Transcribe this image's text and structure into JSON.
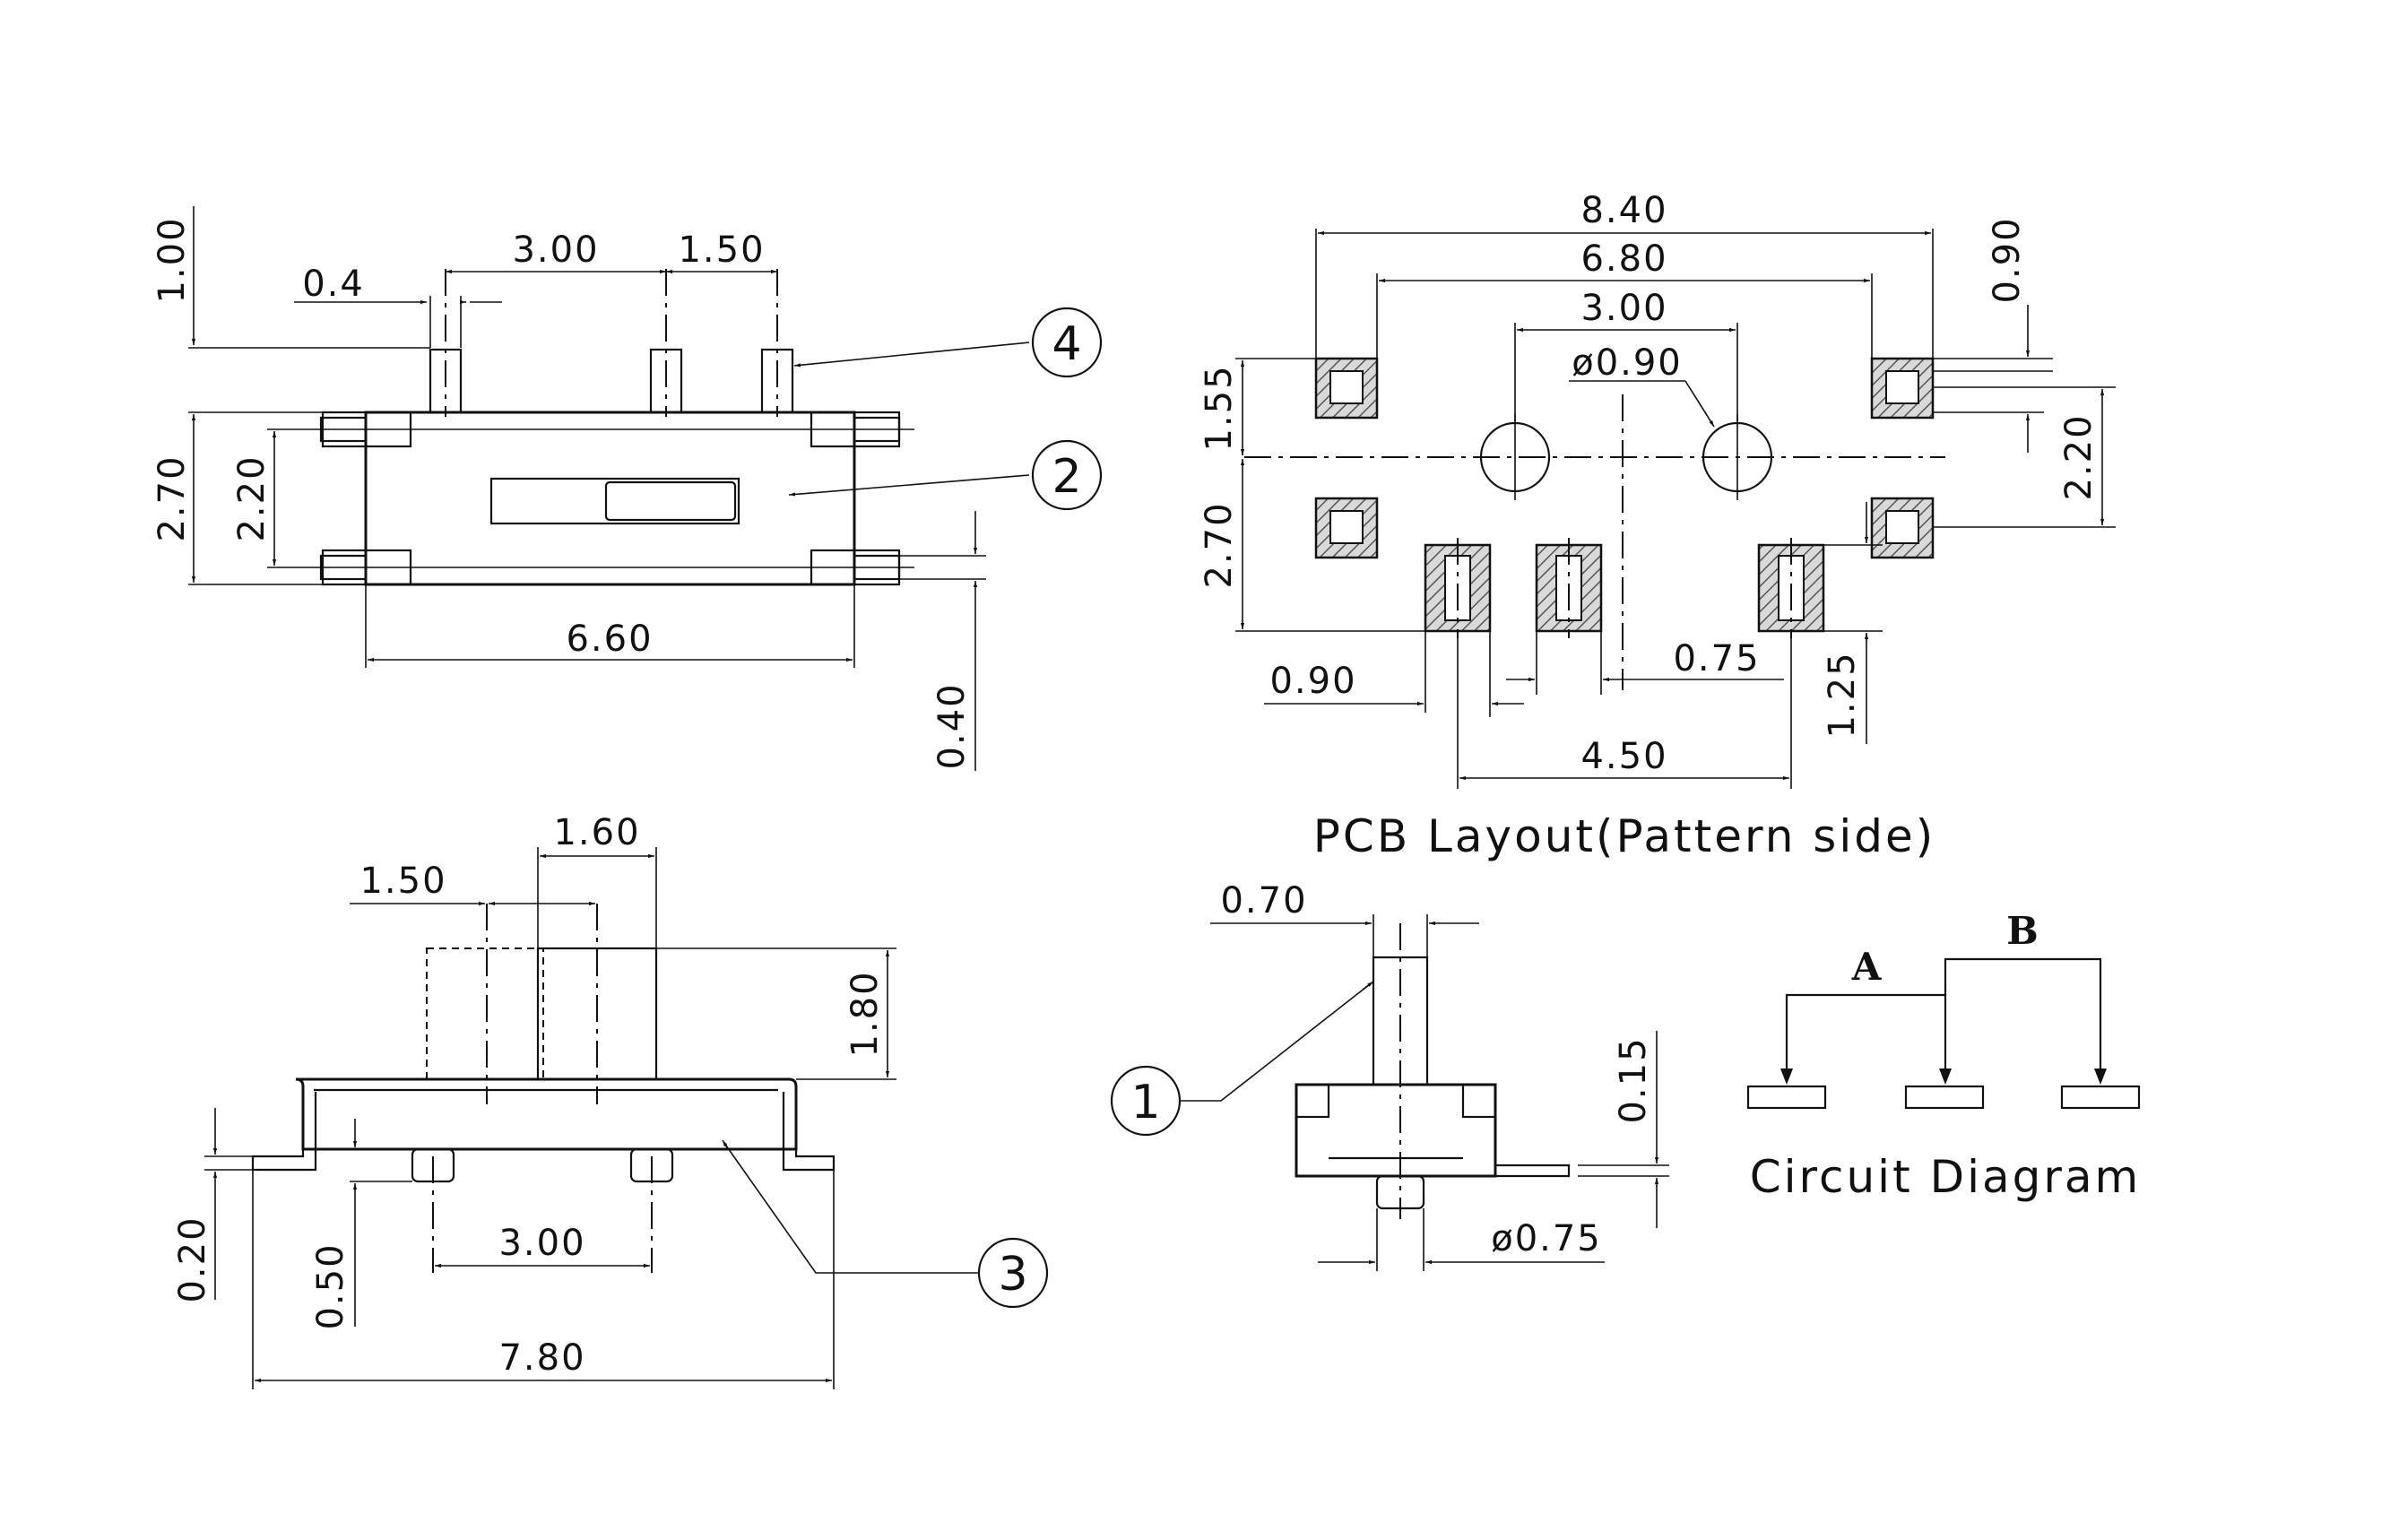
{
  "top_view": {
    "dims": {
      "d_1_00": "1.00",
      "d_0_4": "0.4",
      "d_3_00": "3.00",
      "d_1_50": "1.50",
      "d_2_70": "2.70",
      "d_2_20": "2.20",
      "d_6_60": "6.60",
      "d_0_40": "0.40"
    },
    "callout_4": "4",
    "callout_2": "2"
  },
  "pcb_layout": {
    "dims": {
      "d_8_40": "8.40",
      "d_6_80": "6.80",
      "d_3_00": "3.00",
      "d_phi_0_90": "ø0.90",
      "d_0_90_top": "0.90",
      "d_1_55": "1.55",
      "d_2_70": "2.70",
      "d_2_20": "2.20",
      "d_0_90": "0.90",
      "d_0_75": "0.75",
      "d_1_25": "1.25",
      "d_4_50": "4.50"
    },
    "caption": "PCB Layout(Pattern side)"
  },
  "front_view": {
    "dims": {
      "d_1_60": "1.60",
      "d_1_50": "1.50",
      "d_1_80": "1.80",
      "d_3_00": "3.00",
      "d_0_20": "0.20",
      "d_0_50": "0.50",
      "d_7_80": "7.80"
    },
    "callout_3": "3"
  },
  "side_view": {
    "dims": {
      "d_0_70": "0.70",
      "d_0_15": "0.15",
      "d_phi_0_75": "ø0.75"
    },
    "callout_1": "1"
  },
  "circuit": {
    "label_a": "A",
    "label_b": "B",
    "caption": "Circuit Diagram"
  }
}
